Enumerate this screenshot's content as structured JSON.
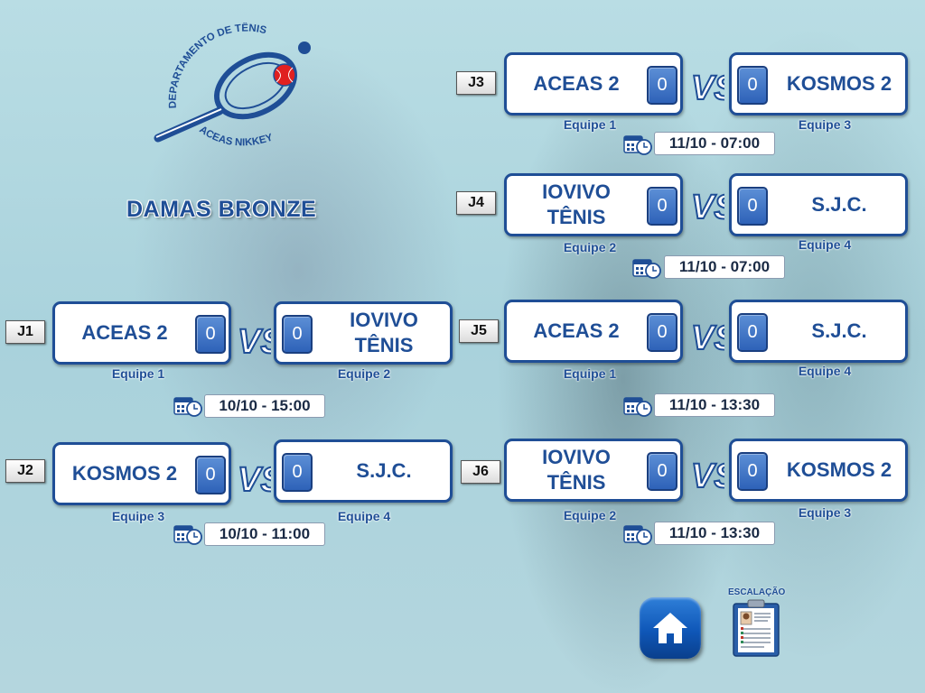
{
  "logo": {
    "text_top": "DEPARTAMENTO DE TÊNIS",
    "text_bottom": "ACEAS NIKKEY"
  },
  "category": "DAMAS BRONZE",
  "vs_text": "VS",
  "matches": [
    {
      "id": "J1",
      "team1": {
        "name": "ACEAS 2",
        "score": "0",
        "label": "Equipe 1"
      },
      "team2": {
        "name": "IOVIVO TÊNIS",
        "score": "0",
        "label": "Equipe 2"
      },
      "datetime": "10/10 - 15:00"
    },
    {
      "id": "J2",
      "team1": {
        "name": "KOSMOS 2",
        "score": "0",
        "label": "Equipe 3"
      },
      "team2": {
        "name": "S.J.C.",
        "score": "0",
        "label": "Equipe 4"
      },
      "datetime": "10/10 - 11:00"
    },
    {
      "id": "J3",
      "team1": {
        "name": "ACEAS 2",
        "score": "0",
        "label": "Equipe 1"
      },
      "team2": {
        "name": "KOSMOS 2",
        "score": "0",
        "label": "Equipe 3"
      },
      "datetime": "11/10 - 07:00"
    },
    {
      "id": "J4",
      "team1": {
        "name": "IOVIVO TÊNIS",
        "score": "0",
        "label": "Equipe 2"
      },
      "team2": {
        "name": "S.J.C.",
        "score": "0",
        "label": "Equipe 4"
      },
      "datetime": "11/10 - 07:00"
    },
    {
      "id": "J5",
      "team1": {
        "name": "ACEAS 2",
        "score": "0",
        "label": "Equipe 1"
      },
      "team2": {
        "name": "S.J.C.",
        "score": "0",
        "label": "Equipe 4"
      },
      "datetime": "11/10 - 13:30"
    },
    {
      "id": "J6",
      "team1": {
        "name": "IOVIVO TÊNIS",
        "score": "0",
        "label": "Equipe 2"
      },
      "team2": {
        "name": "KOSMOS 2",
        "score": "0",
        "label": "Equipe 3"
      },
      "datetime": "11/10 - 13:30"
    }
  ],
  "buttons": {
    "home_icon": "home-icon",
    "lineup_label": "ESCALAÇÃO",
    "lineup_icon": "clipboard-icon"
  },
  "colors": {
    "primary": "#1f4e96",
    "score_box": "#2e62b8",
    "ball": "#e02020",
    "background": "#b9dde4"
  }
}
